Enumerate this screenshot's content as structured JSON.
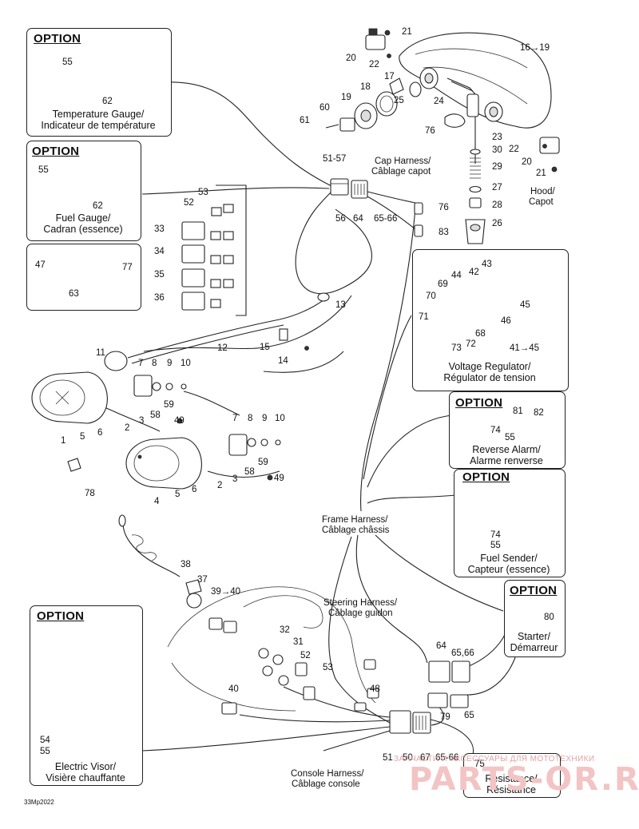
{
  "diagram_code": "33Mp2022",
  "watermark": {
    "line1": "ЗАПЧАСТИ И АКСЕССУАРЫ ДЛЯ МОТОТЕХНИКИ",
    "line2": "PARTS-OR.RU"
  },
  "option_boxes": {
    "temperature": {
      "heading": "OPTION",
      "caption_en": "Temperature Gauge/",
      "caption_fr": "Indicateur de température",
      "parts": [
        "55",
        "62"
      ]
    },
    "fuel_gauge": {
      "heading": "OPTION",
      "caption_en": "Fuel Gauge/",
      "caption_fr": "Cadran (essence)",
      "parts": [
        "55",
        "62"
      ]
    },
    "fasteners": {
      "parts": [
        "47",
        "77",
        "63"
      ]
    },
    "voltage_regulator": {
      "caption_en": "Voltage Regulator/",
      "caption_fr": "Régulator de tension",
      "parts": [
        "43",
        "44",
        "42",
        "69",
        "70",
        "45",
        "71",
        "46",
        "68",
        "73",
        "72",
        "41→45"
      ]
    },
    "reverse_alarm": {
      "heading": "OPTION",
      "caption_en": "Reverse Alarm/",
      "caption_fr": "Alarme renverse",
      "parts": [
        "81",
        "82",
        "74",
        "55"
      ]
    },
    "fuel_sender": {
      "heading": "OPTION",
      "caption_en": "Fuel Sender/",
      "caption_fr": "Capteur (essence)",
      "parts": [
        "74",
        "55"
      ]
    },
    "starter": {
      "heading": "OPTION",
      "caption_en": "Starter/",
      "caption_fr": "Démarreur",
      "parts": [
        "80"
      ]
    },
    "electric_visor": {
      "heading": "OPTION",
      "caption_en": "Electric Visor/",
      "caption_fr": "Visière chauffante",
      "parts": [
        "54",
        "55"
      ]
    },
    "resistance": {
      "caption_en": "Resistance/",
      "caption_fr": "Résistance",
      "parts": [
        "75"
      ]
    }
  },
  "harness_labels": {
    "cap_en": "Cap Harness/",
    "cap_fr": "Câblage capot",
    "hood_en": "Hood/",
    "hood_fr": "Capot",
    "frame_en": "Frame Harness/",
    "frame_fr": "Câblage châssis",
    "steering_en": "Steering Harness/",
    "steering_fr": "Câblage guidon",
    "console_en": "Console Harness/",
    "console_fr": "Câblage console"
  },
  "callouts": {
    "c21a": "21",
    "c20a": "20",
    "c22a": "22",
    "c16": "16→19",
    "c17": "17",
    "c18": "18",
    "c19": "19",
    "c25": "25",
    "c24": "24",
    "c23": "23",
    "c60": "60",
    "c61": "61",
    "c76a": "76",
    "c30": "30",
    "c29": "29",
    "c27": "27",
    "c28": "28",
    "c26": "26",
    "c22b": "22",
    "c20b": "20",
    "c21b": "21",
    "c5157": "51-57",
    "c56": "56",
    "c64a": "64",
    "c6566a": "65-66",
    "c76b": "76",
    "c83": "83",
    "c53a": "53",
    "c52a": "52",
    "c33": "33",
    "c34": "34",
    "c35": "35",
    "c36": "36",
    "c13": "13",
    "c12": "12",
    "c15": "15",
    "c14": "14",
    "c11": "11",
    "c7a": "7",
    "c9a": "9",
    "c10a": "10",
    "c8a": "8",
    "c59a": "59",
    "c58a": "58",
    "c49a": "49",
    "c1": "1",
    "c5a": "5",
    "c6a": "6",
    "c2a": "2",
    "c3a": "3",
    "c7b": "7",
    "c8b": "8",
    "c9b": "9",
    "c10b": "10",
    "c59b": "59",
    "c58b": "58",
    "c49b": "49",
    "c4": "4",
    "c5b": "5",
    "c6b": "6",
    "c2b": "2",
    "c3b": "3",
    "c78": "78",
    "c38": "38",
    "c37": "37",
    "c3940": "39→40",
    "c32": "32",
    "c31": "31",
    "c52b": "52",
    "c53b": "53",
    "c40": "40",
    "c48": "48",
    "c64b": "64",
    "c6566b": "65,66",
    "c79": "79",
    "c65": "65",
    "c51": "51",
    "c50": "50",
    "c67": "67",
    "c6566c": "65-66"
  }
}
